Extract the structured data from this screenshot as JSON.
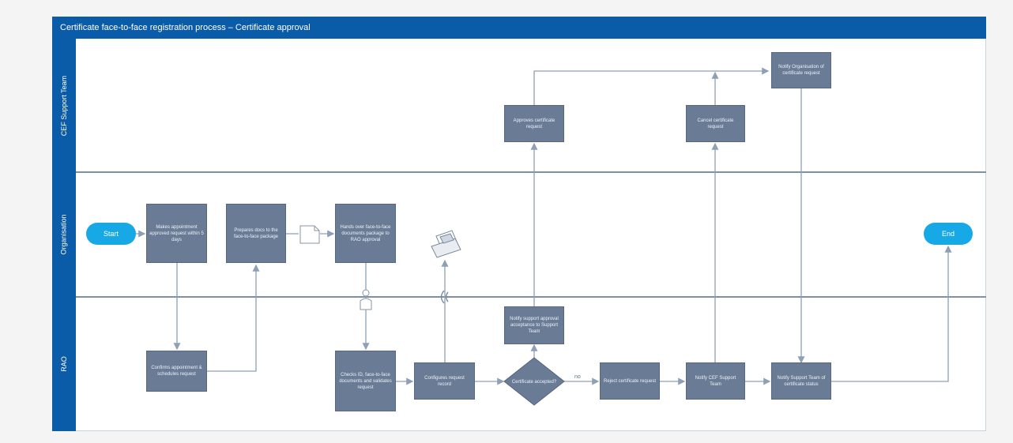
{
  "diagram": {
    "title": "Certificate face-to-face registration process – Certificate approval",
    "lanes": [
      {
        "id": "support",
        "label": "CEF Support Team"
      },
      {
        "id": "organisation",
        "label": "Organisation"
      },
      {
        "id": "rao",
        "label": "RAO"
      }
    ],
    "nodes": {
      "start": "Start",
      "end": "End",
      "prepare_request": "Makes appointment approved request within 5 days",
      "send_docs": "Prepares docs to the face-to-face package",
      "submit_docs": "Hands over face-to-face documents package to RAO approval",
      "confirm_appointment": "Confirms appointment & schedules request",
      "verify_identity": "Checks ID, face-to-face documents and validates request",
      "configure_request": "Configures request record",
      "decision": "Certificate accepted?",
      "decision_no_label": "no",
      "reject_request": "Reject certificate request",
      "notify_support": "Notify CEF Support Team",
      "approve_rao": "Notify support approval acceptance to Support Team",
      "approve_certificate": "Approves certificate request",
      "cancel_certificate": "Cancel certificate request",
      "notify_rao": "Notify Support Team of certificate status",
      "notify_org": "Notify Organisation of certificate request"
    },
    "colors": {
      "accent": "#0b5ca8",
      "box_fill": "#6a7b96",
      "pill_fill": "#17a8e6",
      "connector": "#8da0b6"
    },
    "icons": [
      "document-icon",
      "person-icon",
      "laptop-icon",
      "phone-icon"
    ]
  }
}
